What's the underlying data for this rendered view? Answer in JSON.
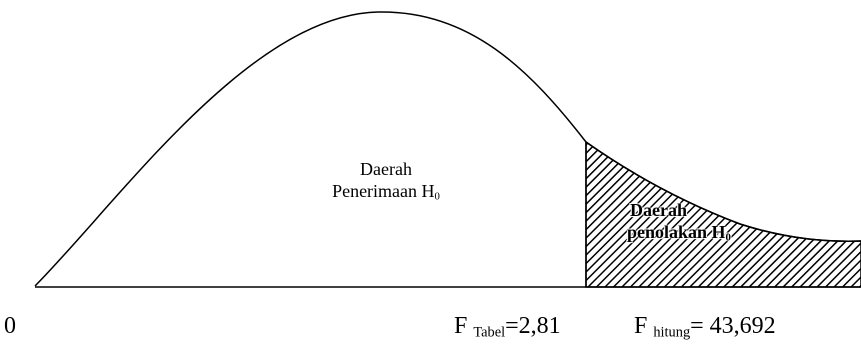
{
  "regions": {
    "accept_line1": "Daerah",
    "accept_line2_main": "Penerimaan H",
    "accept_line2_sub": "0",
    "reject_line1": "Daerah",
    "reject_line2_main": "penolakan H",
    "reject_line2_sub": "0"
  },
  "axis": {
    "origin_label": "0",
    "f_tabel_main": "F",
    "f_tabel_sub": "Tabel",
    "f_tabel_value": "=2,81",
    "f_hitung_main": "F",
    "f_hitung_sub": "hitung",
    "f_hitung_value": "= 43,692"
  },
  "colors": {
    "stroke": "#000000",
    "hatch": "#000000",
    "background": "#ffffff"
  }
}
